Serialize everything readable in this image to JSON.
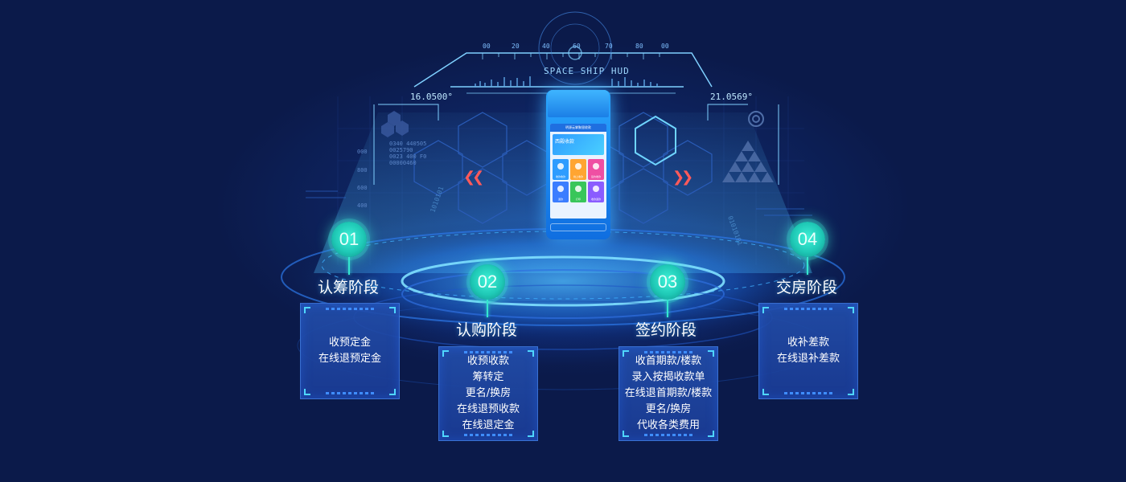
{
  "hud": {
    "title": "SPACE SHIP HUD",
    "left_coord": "16.0500°",
    "right_coord": "21.0569°",
    "ruler": [
      "00",
      "20",
      "40",
      "60",
      "70",
      "80",
      "00"
    ],
    "side_numbers": [
      "000",
      "800",
      "600",
      "400"
    ],
    "left_panel_text": [
      "0340 440505",
      "0025790",
      "0023 400 F0",
      "00000460"
    ]
  },
  "phone": {
    "top_bar": "明源云掌聚银收款",
    "banner": "西殿收款",
    "tiles": [
      {
        "label": "收款收款",
        "color": "#2e9cff"
      },
      {
        "label": "线上收款",
        "color": "#ffa531"
      },
      {
        "label": "签约收款",
        "color": "#ef4fa3"
      },
      {
        "label": "退款",
        "color": "#3b7dff"
      },
      {
        "label": "打印",
        "color": "#38c65a"
      },
      {
        "label": "收款退款",
        "color": "#8a5cff"
      }
    ]
  },
  "stages": [
    {
      "number": "01",
      "title": "认筹阶段",
      "items": [
        "收预定金",
        "在线退预定金"
      ]
    },
    {
      "number": "02",
      "title": "认购阶段",
      "items": [
        "收预收款",
        "筹转定",
        "更名/换房",
        "在线退预收款",
        "在线退定金"
      ]
    },
    {
      "number": "03",
      "title": "签约阶段",
      "items": [
        "收首期款/楼款",
        "录入按揭收款单",
        "在线退首期款/楼款",
        "更名/换房",
        "代收各类费用"
      ]
    },
    {
      "number": "04",
      "title": "交房阶段",
      "items": [
        "收补差款",
        "在线退补差款"
      ]
    }
  ],
  "colors": {
    "background": "#0b1a4a",
    "accent_teal": "#34e6cf",
    "card": "#22509a",
    "arrow_red": "#ff5a5a"
  }
}
